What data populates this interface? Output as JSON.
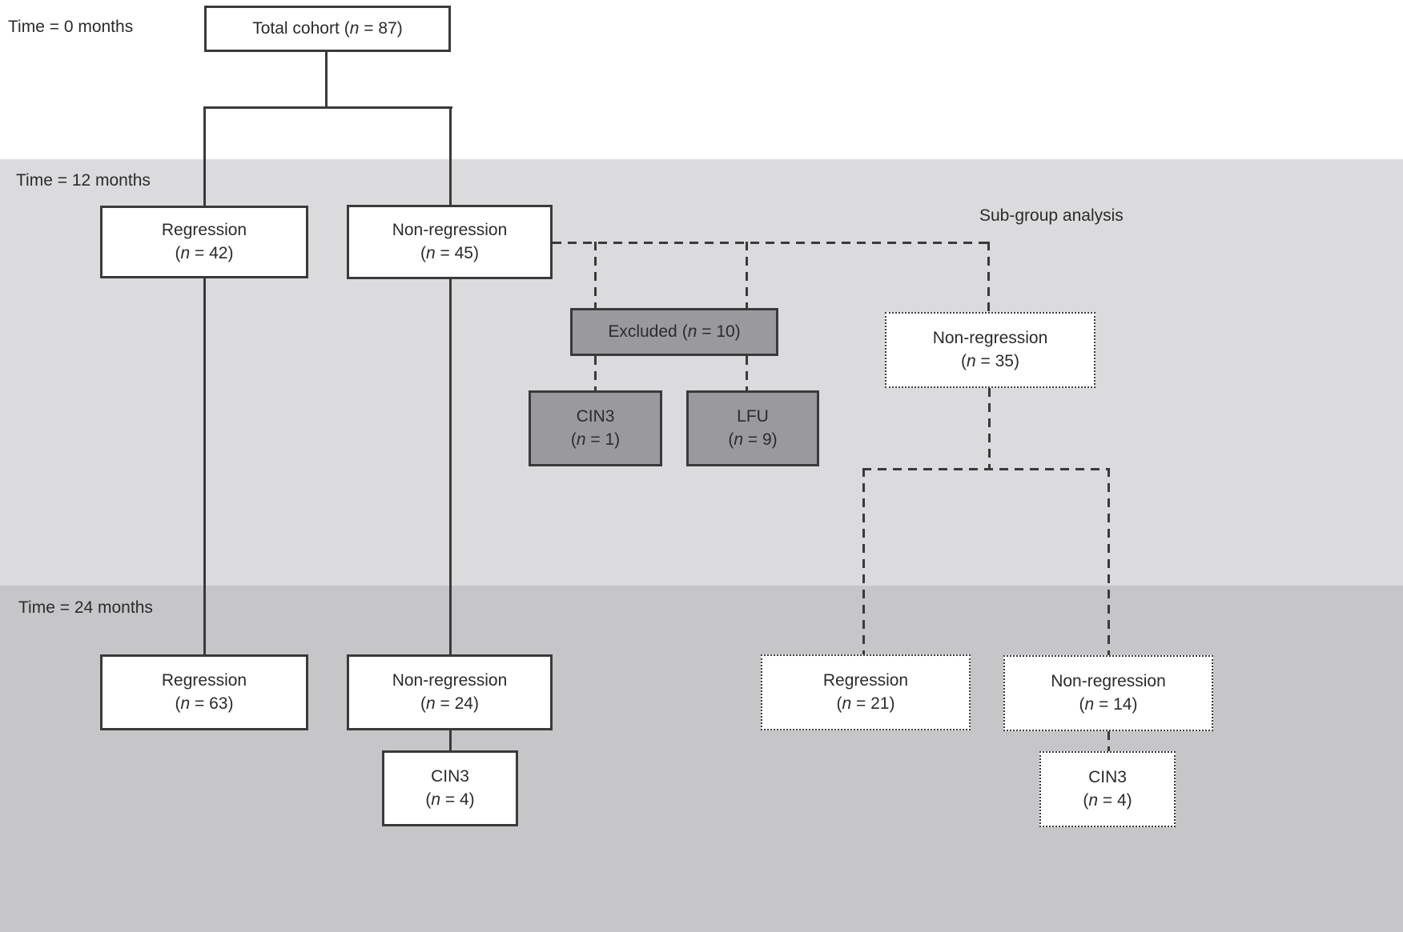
{
  "timeline_labels": {
    "t0": "Time = 0 months",
    "t12": "Time = 12 months",
    "t24": "Time = 24 months"
  },
  "subgroup_label": "Sub-group analysis",
  "boxes": {
    "total_cohort": {
      "title": "Total cohort",
      "n_label": "(n = 87)"
    },
    "regression_12": {
      "title": "Regression",
      "n_label": "(n = 42)"
    },
    "non_regression_12": {
      "title": "Non-regression",
      "n_label": "(n = 45)"
    },
    "excluded": {
      "title": "Excluded",
      "n_label": "(n = 10)"
    },
    "cin3_excluded": {
      "title": "CIN3",
      "n_label": "(n = 1)"
    },
    "lfu": {
      "title": "LFU",
      "n_label": "(n = 9)"
    },
    "non_regression_sub35": {
      "title": "Non-regression",
      "n_label": "(n = 35)"
    },
    "regression_24": {
      "title": "Regression",
      "n_label": "(n = 63)"
    },
    "non_regression_24": {
      "title": "Non-regression",
      "n_label": "(n = 24)"
    },
    "cin3_24": {
      "title": "CIN3",
      "n_label": "(n = 4)"
    },
    "regression_sub21": {
      "title": "Regression",
      "n_label": "(n = 21)"
    },
    "non_regression_sub14": {
      "title": "Non-regression",
      "n_label": "(n = 14)"
    },
    "cin3_sub4": {
      "title": "CIN3",
      "n_label": "(n = 4)"
    }
  },
  "colors": {
    "band_light": "#dbdbdd",
    "band_dark": "#c6c6c8",
    "node_gray": "#9a9a9e",
    "node_white": "#ffffff",
    "line": "#3a3a3a",
    "text": "#2b2b2b"
  }
}
